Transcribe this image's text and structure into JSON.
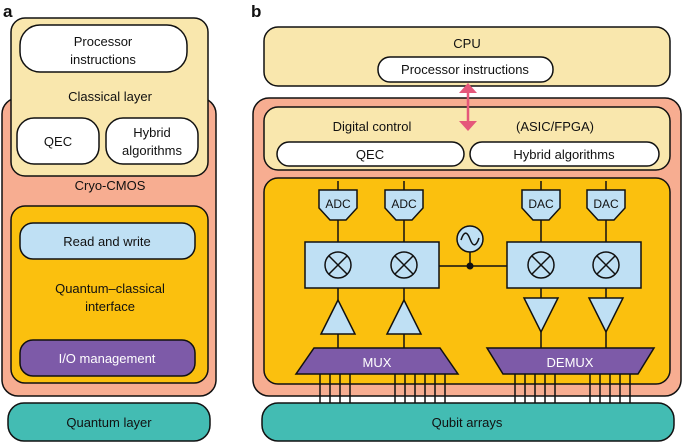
{
  "panel_a": {
    "label": "a",
    "processor_instructions_line1": "Processor",
    "processor_instructions_line2": "instructions",
    "classical_layer": "Classical layer",
    "qec": "QEC",
    "hybrid_line1": "Hybrid",
    "hybrid_line2": "algorithms",
    "cryo_cmos": "Cryo-CMOS",
    "read_and_write": "Read and write",
    "qci_line1": "Quantum–classical",
    "qci_line2": "interface",
    "io_management": "I/O management",
    "quantum_layer": "Quantum layer"
  },
  "panel_b": {
    "label": "b",
    "cpu": "CPU",
    "processor_instructions": "Processor instructions",
    "digital_control": "Digital control",
    "asic_fpga": "(ASIC/FPGA)",
    "qec": "QEC",
    "hybrid_algorithms": "Hybrid algorithms",
    "adc": "ADC",
    "dac": "DAC",
    "mux": "MUX",
    "demux": "DEMUX",
    "qubit_arrays": "Qubit arrays"
  },
  "colors": {
    "cream": "#f9e7ad",
    "salmon": "#f7ad91",
    "orange": "#fbc00e",
    "light_blue": "#bfe0f4",
    "purple": "#7d5aa8",
    "teal": "#43bcb3",
    "arrow": "#e5577a"
  }
}
